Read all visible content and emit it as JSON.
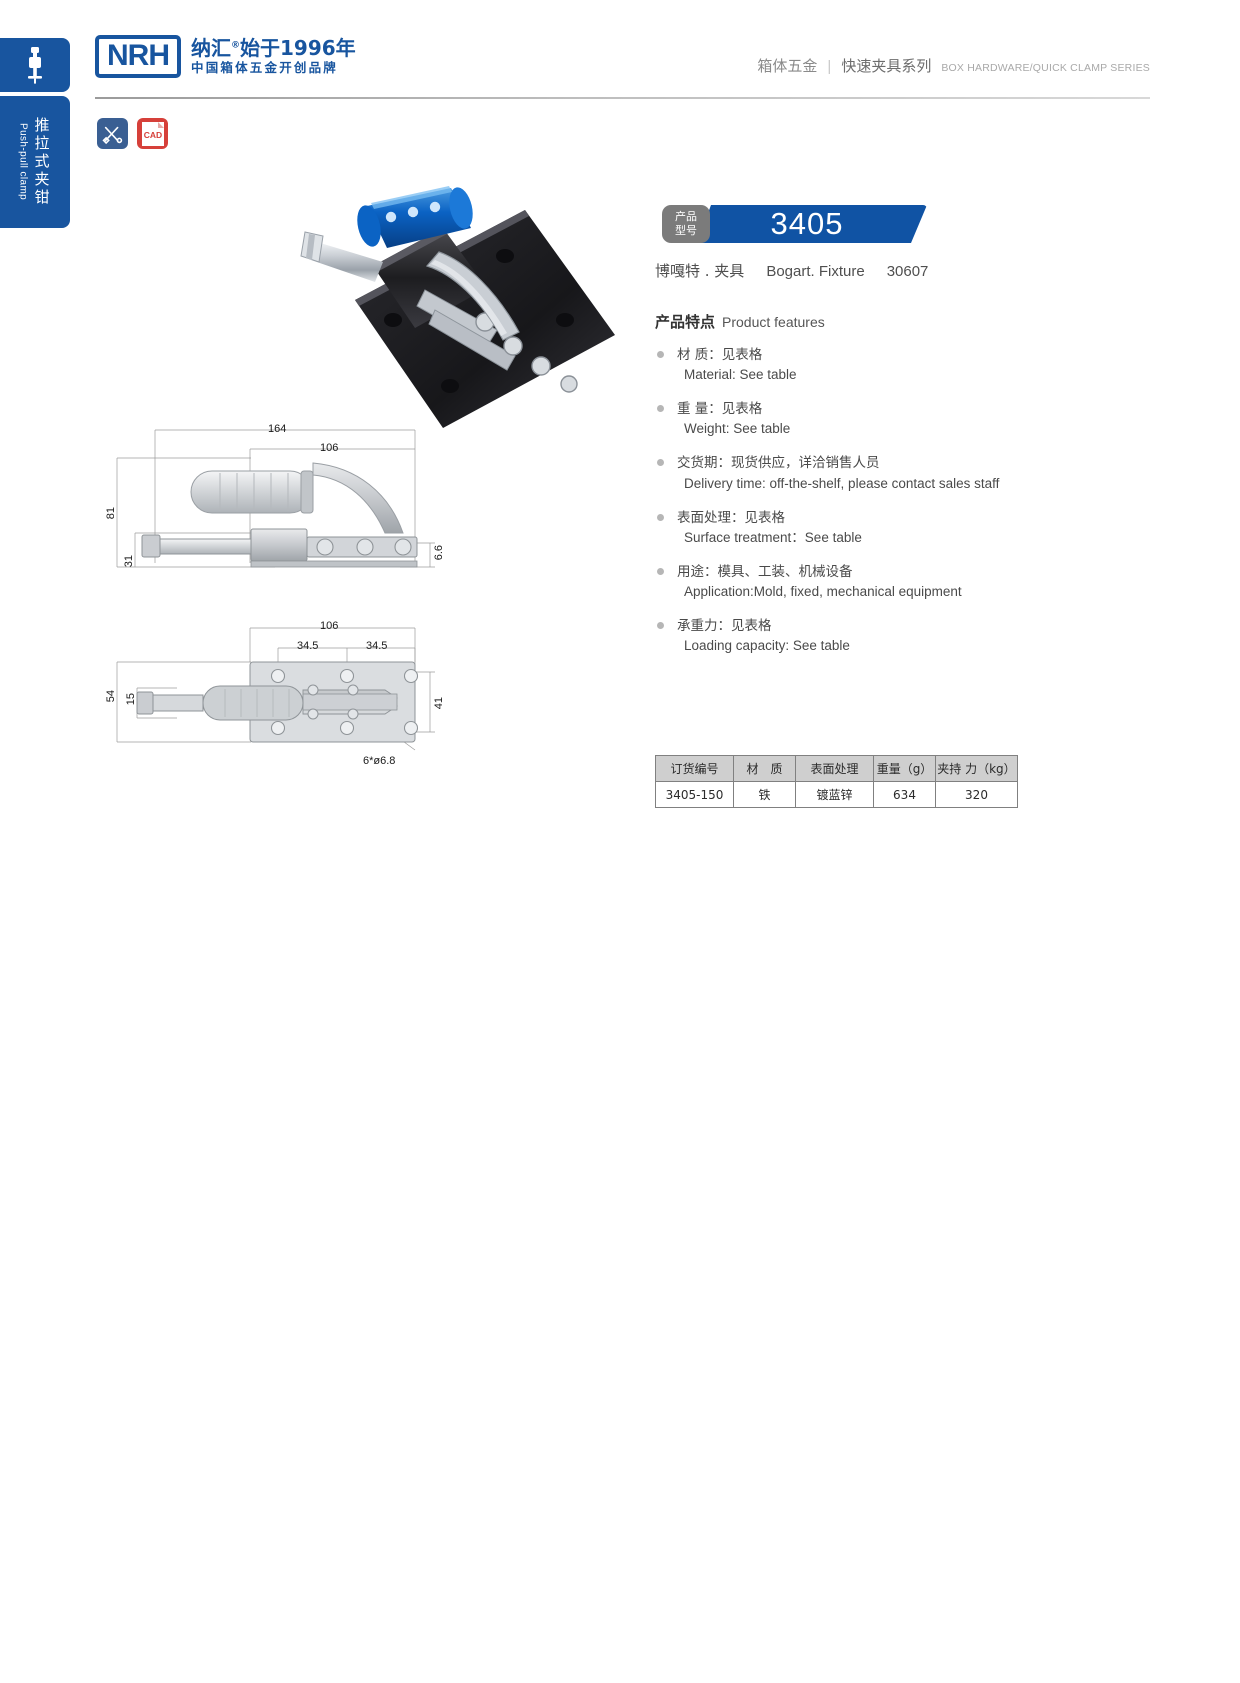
{
  "side_tabs": {
    "icon_name": "clamp-icon",
    "label_cn": "推拉式夹钳",
    "label_en": "Push-pull clamp"
  },
  "header": {
    "logo_mark": "NRH",
    "logo_main_cn": "纳汇",
    "logo_main_suffix": "始于1996年",
    "logo_sub_cn": "中国箱体五金开创品牌",
    "category_cn": "箱体五金",
    "divider": "|",
    "series_cn": "快速夹具系列",
    "series_en": "BOX HARDWARE/QUICK CLAMP SERIES"
  },
  "icon_buttons": [
    {
      "name": "drawing-tools-icon",
      "label": ""
    },
    {
      "name": "cad-file-icon",
      "label": "CAD"
    }
  ],
  "product": {
    "badge_line1": "产品",
    "badge_line2": "型号",
    "model": "3405",
    "brand_cn": "博嘎特 . 夹具",
    "brand_en": "Bogart. Fixture",
    "code": "30607"
  },
  "features": {
    "title_cn": "产品特点",
    "title_en": "Product features",
    "items": [
      {
        "cn": "材  质：见表格",
        "en": "Material: See table"
      },
      {
        "cn": "重  量：见表格",
        "en": "Weight: See table"
      },
      {
        "cn": "交货期：现货供应，详洽销售人员",
        "en": "Delivery time: off-the-shelf, please contact sales staff"
      },
      {
        "cn": "表面处理：见表格",
        "en": "Surface treatment：See table"
      },
      {
        "cn": "用途：模具、工装、机械设备",
        "en": "Application:Mold, fixed, mechanical equipment"
      },
      {
        "cn": "承重力：见表格",
        "en": "Loading capacity: See table"
      }
    ]
  },
  "spec_table": {
    "headers": [
      "订货编号",
      "材　质",
      "表面处理",
      "重量（g）",
      "夹持 力（kg）"
    ],
    "rows": [
      [
        "3405-150",
        "铁",
        "镀蓝锌",
        "634",
        "320"
      ]
    ]
  },
  "drawings": {
    "side_view": {
      "dims": [
        {
          "value": "164",
          "axis": "horizontal"
        },
        {
          "value": "106",
          "axis": "horizontal"
        },
        {
          "value": "81",
          "axis": "vertical"
        },
        {
          "value": "31",
          "axis": "vertical"
        },
        {
          "value": "6.6",
          "axis": "vertical"
        }
      ]
    },
    "top_view": {
      "dims": [
        {
          "value": "106",
          "axis": "horizontal"
        },
        {
          "value": "34.5",
          "axis": "horizontal"
        },
        {
          "value": "34.5",
          "axis": "horizontal"
        },
        {
          "value": "54",
          "axis": "vertical"
        },
        {
          "value": "15",
          "axis": "vertical"
        },
        {
          "value": "41",
          "axis": "vertical"
        },
        {
          "value": "6*ø6.8",
          "axis": "note"
        }
      ]
    }
  },
  "colors": {
    "brand_blue": "#18559f",
    "model_blue": "#1053a4",
    "badge_gray": "#7b7b7b",
    "cad_red": "#d6403a",
    "table_header": "#cfcfcf"
  }
}
